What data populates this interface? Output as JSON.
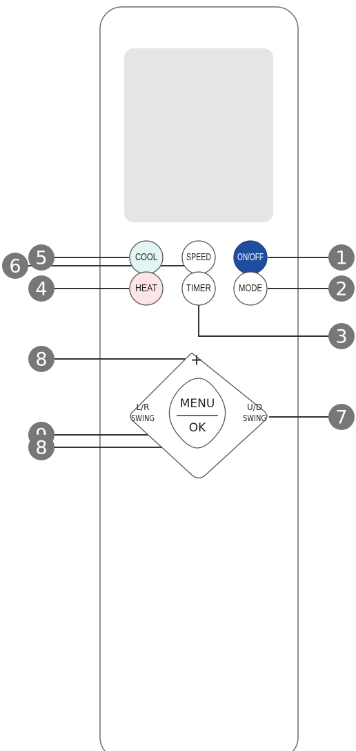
{
  "colors": {
    "on_off": "#1f4e9e",
    "cool": "#e2f5f3",
    "heat": "#fde4e6",
    "callout": "#777777",
    "outline": "#555555",
    "display": "#e5e5e5"
  },
  "buttons": {
    "cool": "COOL",
    "speed": "SPEED",
    "on_off": "ON/OFF",
    "heat": "HEAT",
    "timer": "TIMER",
    "mode": "MODE"
  },
  "pad": {
    "plus": "+",
    "minus": "−",
    "lr_top": "L/R",
    "lr_bottom": "SWING",
    "ud_top": "U/D",
    "ud_bottom": "SWING",
    "menu": "MENU",
    "ok": "OK"
  },
  "callouts": {
    "cool": "5",
    "speed": "6",
    "on_off": "1",
    "heat": "4",
    "mode": "2",
    "timer": "3",
    "plus": "8",
    "ud_swing": "7",
    "menu_ok": "9",
    "minus": "8"
  }
}
